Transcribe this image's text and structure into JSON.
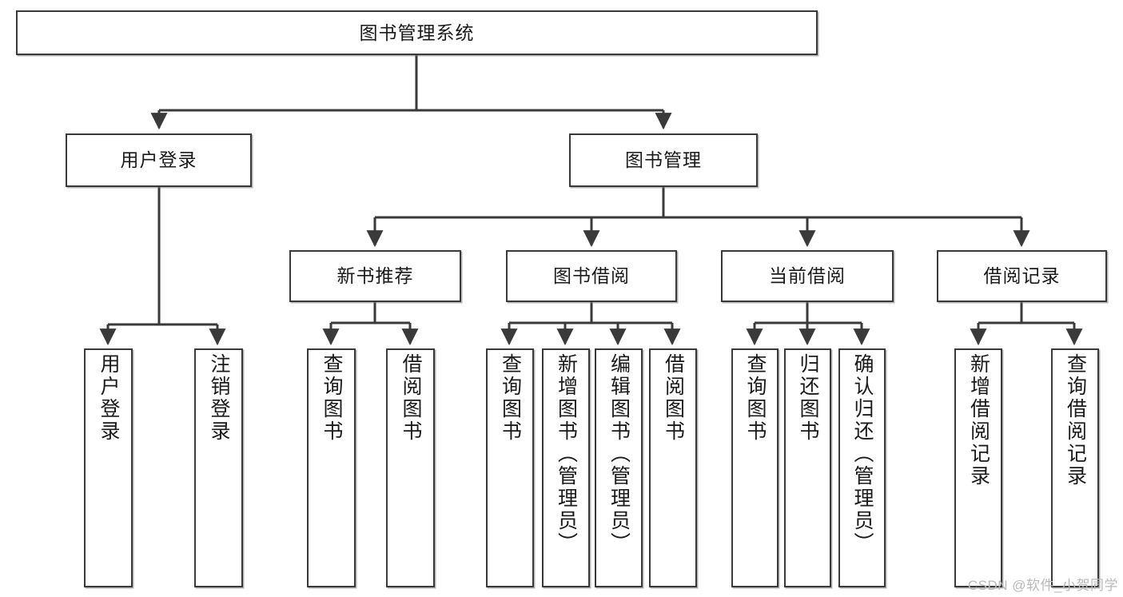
{
  "diagram": {
    "title": "图书管理系统",
    "type": "tree",
    "watermark": "CSDN @软件_小贺同学",
    "colors": {
      "box_border": "#3a3a3a",
      "box_fill": "#ffffff",
      "line": "#3a3a3a",
      "text": "#1a1a1a",
      "watermark": "#b9b9b9"
    },
    "levels": {
      "root": {
        "label": "图书管理系统"
      },
      "level2": [
        {
          "label": "用户登录"
        },
        {
          "label": "图书管理"
        }
      ],
      "level3": [
        {
          "label": "新书推荐"
        },
        {
          "label": "图书借阅"
        },
        {
          "label": "当前借阅"
        },
        {
          "label": "借阅记录"
        }
      ],
      "leaves": {
        "user_login": [
          {
            "label": "用户登录"
          },
          {
            "label": "注销登录"
          }
        ],
        "new_book_recommend": [
          {
            "label": "查询图书"
          },
          {
            "label": "借阅图书"
          }
        ],
        "book_borrow": [
          {
            "label": "查询图书"
          },
          {
            "label": "新增图书（管理员）"
          },
          {
            "label": "编辑图书（管理员）"
          },
          {
            "label": "借阅图书"
          }
        ],
        "current_borrow": [
          {
            "label": "查询图书"
          },
          {
            "label": "归还图书"
          },
          {
            "label": "确认归还（管理员）"
          }
        ],
        "borrow_record": [
          {
            "label": "新增借阅记录"
          },
          {
            "label": "查询借阅记录"
          }
        ]
      }
    }
  }
}
